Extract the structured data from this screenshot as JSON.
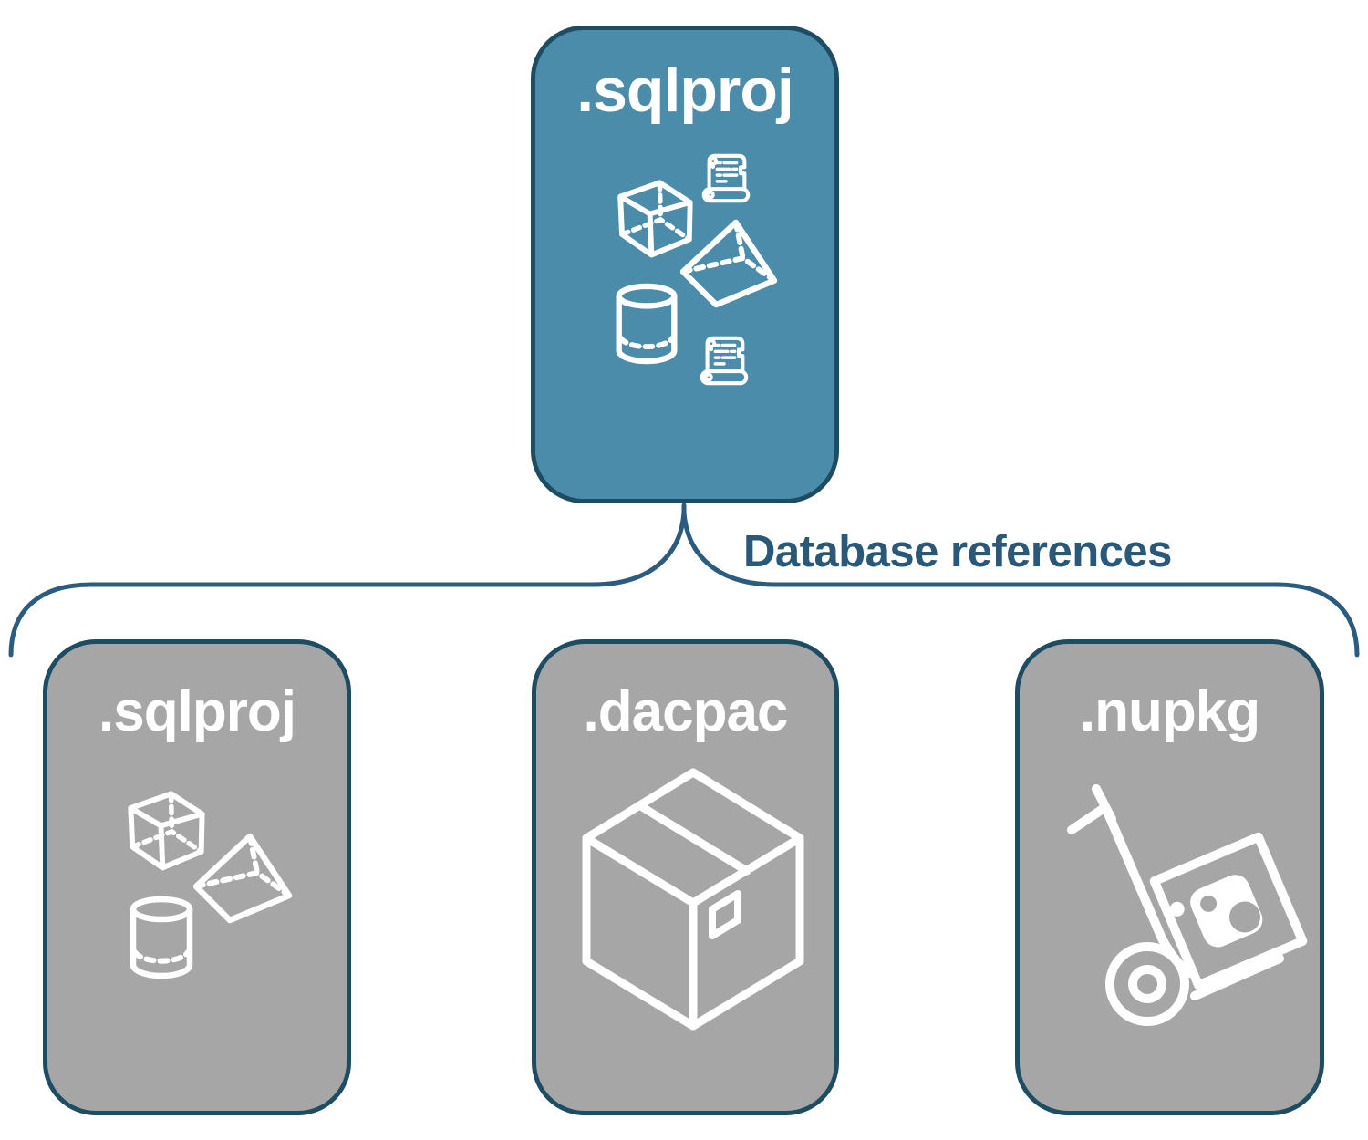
{
  "diagram": {
    "root": {
      "label": ".sqlproj",
      "icons": [
        "cube-icon",
        "scroll-icon",
        "pyramid-icon",
        "cylinder-icon",
        "scroll-icon"
      ]
    },
    "connector": {
      "label": "Database references"
    },
    "children": [
      {
        "label": ".sqlproj",
        "icons": [
          "cube-icon",
          "pyramid-icon",
          "cylinder-icon"
        ]
      },
      {
        "label": ".dacpac",
        "icons": [
          "package-box-icon"
        ]
      },
      {
        "label": ".nupkg",
        "icons": [
          "hand-truck-icon",
          "nuget-package-icon"
        ]
      }
    ]
  },
  "colors": {
    "background": "#FFFFFF",
    "root_fill": "#4B8CAB",
    "child_fill": "#A6A6A6",
    "node_border": "#1E4D63",
    "connector": "#2B5C7F",
    "label_text": "#2A5878",
    "title_color": "#FFFFFF",
    "icon_color": "#FFFFFF"
  }
}
